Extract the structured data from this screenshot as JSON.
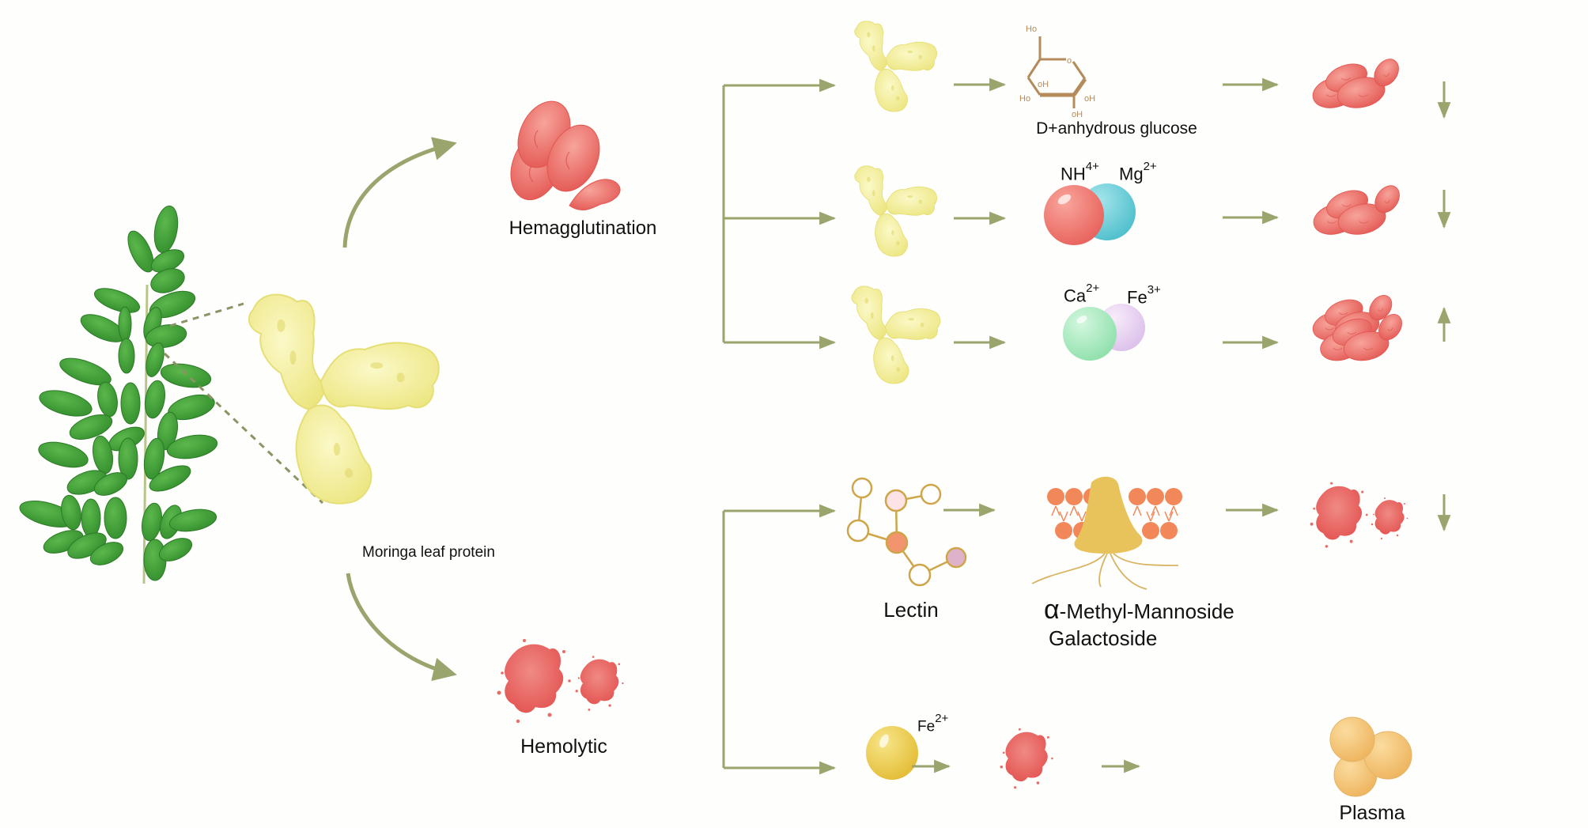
{
  "diagram": {
    "source_label": "Moringa leaf protein",
    "source_icon": "moringa-leaf-icon",
    "protein_icon": "protein-structure-icon",
    "branches": [
      {
        "name": "Hemagglutination",
        "label": "Hemagglutination",
        "icon": "agglutinated-rbc-icon",
        "pathways": [
          {
            "agent": "Moringa leaf protein",
            "modifier": "D+anhydrous glucose",
            "modifier_icon": "glucose-structure-icon",
            "result": "agglutinated red blood cells",
            "effect": "decrease"
          },
          {
            "agent": "Moringa leaf protein",
            "modifier": "NH4+ / Mg2+",
            "ions": [
              {
                "symbol": "NH",
                "charge": "4+"
              },
              {
                "symbol": "Mg",
                "charge": "2+"
              }
            ],
            "result": "agglutinated red blood cells",
            "effect": "decrease"
          },
          {
            "agent": "Moringa leaf protein",
            "modifier": "Ca2+ / Fe3+",
            "ions": [
              {
                "symbol": "Ca",
                "charge": "2+"
              },
              {
                "symbol": "Fe",
                "charge": "3+"
              }
            ],
            "result": "agglutinated red blood cells",
            "effect": "increase"
          }
        ]
      },
      {
        "name": "Hemolytic",
        "label": "Hemolytic",
        "icon": "hemolysed-rbc-icon",
        "pathways": [
          {
            "agent": "Lectin",
            "agent_label": "Lectin",
            "modifier_line1": "α",
            "modifier_line1_rest": "-Methyl-Mannoside",
            "modifier_line2": "Galactoside",
            "result": "hemolysed red blood cells",
            "effect": "decrease"
          },
          {
            "agent": "Fe2+",
            "ion": {
              "symbol": "Fe",
              "charge": "2+"
            },
            "intermediate": "hemolysed red blood cells",
            "result": "Plasma",
            "result_label": "Plasma"
          }
        ]
      }
    ],
    "glucose_atoms": [
      "Ho",
      "o",
      "oH",
      "Ho",
      "oH",
      "oH"
    ],
    "colors": {
      "arrow": "#9aa46d",
      "leaf": "#3f9a36",
      "protein": "#f2ef9c",
      "rbc": "#ec6a64",
      "glucose": "#b58b5c",
      "nh": "#f07a72",
      "mg": "#6fcfd8",
      "ca": "#a8ebc0",
      "fe3": "#ecd6f4",
      "fe2": "#ecc848",
      "plasma": "#f4c57a",
      "membrane": "#f2875a",
      "channel": "#e8c25a"
    }
  }
}
